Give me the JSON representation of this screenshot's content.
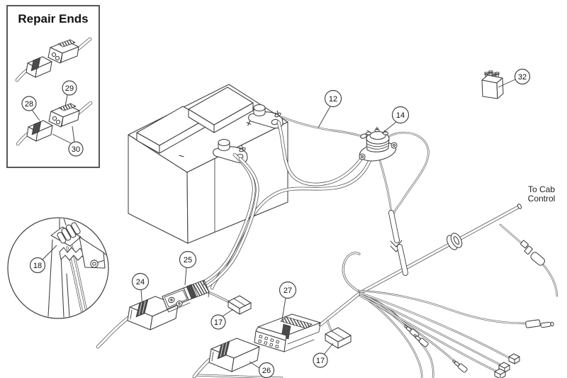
{
  "inset": {
    "title": "Repair Ends"
  },
  "labels": {
    "to_cab_line1": "To Cab",
    "to_cab_line2": "Control",
    "battery_positive": "+",
    "battery_negative": "−"
  },
  "callouts": {
    "c12": "12",
    "c14": "14",
    "c17_plow_side": "17",
    "c17_vehicle_side": "17",
    "c18": "18",
    "c24": "24",
    "c25": "25",
    "c26": "26",
    "c27": "27",
    "c28": "28",
    "c29": "29",
    "c30": "30",
    "c32": "32"
  },
  "colors": {
    "line": "#3e3e3e",
    "text": "#161616",
    "background": "#ffffff",
    "seal_band": "#4b4b4b"
  }
}
